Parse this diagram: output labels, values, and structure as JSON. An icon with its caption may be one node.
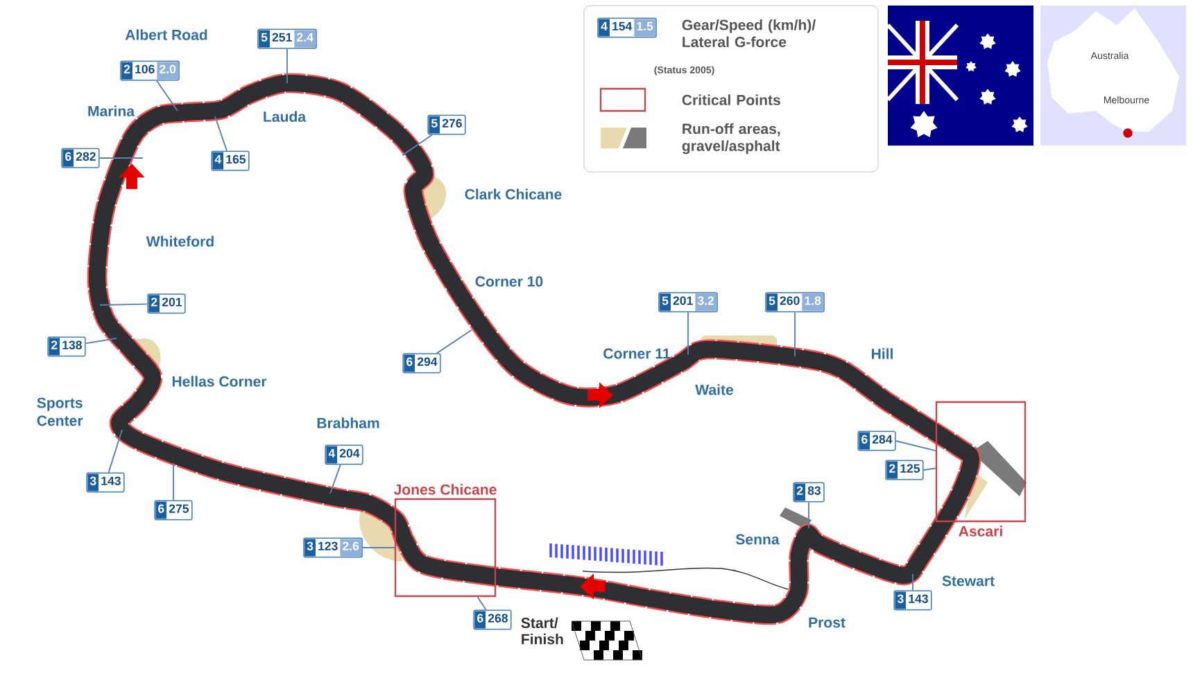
{
  "diagram": {
    "nodes": [
      {
        "text": [
          "4",
          "154",
          "1.5"
        ]
      },
      {
        "text": [
          "5",
          "251",
          "2.4"
        ]
      },
      {
        "text": [
          "2",
          "106",
          "2.0"
        ]
      },
      {
        "text": [
          "6",
          "282"
        ]
      },
      {
        "text": [
          "4",
          "165"
        ]
      },
      {
        "text": [
          "5",
          "276"
        ]
      },
      {
        "text": [
          "2",
          "201"
        ]
      },
      {
        "text": [
          "2",
          "138"
        ]
      },
      {
        "text": [
          "6",
          "294"
        ]
      },
      {
        "text": [
          "5",
          "201",
          "3.2"
        ]
      },
      {
        "text": [
          "5",
          "260",
          "1.8"
        ]
      },
      {
        "text": [
          "6",
          "284"
        ]
      },
      {
        "text": [
          "2",
          "125"
        ]
      },
      {
        "text": [
          "4",
          "204"
        ]
      },
      {
        "text": [
          "Jones Chicane"
        ]
      },
      {
        "text": [
          "3",
          "143"
        ]
      },
      {
        "text": [
          "6",
          "275"
        ]
      },
      {
        "text": [
          "3",
          "123",
          "2.6"
        ]
      },
      {
        "text": [
          "2",
          "83"
        ]
      },
      {
        "text": [
          "Ascari"
        ]
      },
      {
        "text": [
          "3",
          "143"
        ]
      },
      {
        "text": [
          "6",
          "268"
        ]
      }
    ],
    "edges": [
      {
        "from": 1,
        "to": null,
        "arrow": "none"
      },
      {
        "from": 2,
        "to": null,
        "arrow": "none"
      },
      {
        "from": 3,
        "to": null,
        "arrow": "none"
      },
      {
        "from": 4,
        "to": null,
        "arrow": "none"
      },
      {
        "from": 5,
        "to": null,
        "arrow": "none"
      },
      {
        "from": 6,
        "to": null,
        "arrow": "none"
      },
      {
        "from": 7,
        "to": null,
        "arrow": "none"
      },
      {
        "from": 8,
        "to": null,
        "arrow": "none"
      },
      {
        "from": 9,
        "to": null,
        "arrow": "none"
      },
      {
        "from": 10,
        "to": null,
        "arrow": "none"
      },
      {
        "from": 11,
        "to": 19,
        "arrow": "none"
      },
      {
        "from": 12,
        "to": 19,
        "arrow": "none"
      },
      {
        "from": 13,
        "to": null,
        "arrow": "none"
      },
      {
        "from": 15,
        "to": null,
        "arrow": "none"
      },
      {
        "from": 16,
        "to": null,
        "arrow": "none"
      },
      {
        "from": 17,
        "to": 14,
        "arrow": "none"
      },
      {
        "from": 18,
        "to": null,
        "arrow": "none"
      },
      {
        "from": 20,
        "to": null,
        "arrow": "none"
      },
      {
        "from": 21,
        "to": 14,
        "arrow": "none"
      }
    ],
    "labels": [
      "(Status 2005)",
      "Australia",
      "Melbourne",
      "Albert Road",
      "Marina",
      "Lauda",
      "Clark Chicane",
      "Whiteford",
      "Corner 10",
      "Corner 11",
      "Hill",
      "Waite",
      "Hellas Corner",
      "Sports Center",
      "Brabham",
      "Senna",
      "Stewart",
      "Start/ Finish",
      "Prost"
    ],
    "legend": [
      {
        "text": "Gear/Speed (km/h)/ Lateral G-force"
      },
      {
        "text": "Critical Points"
      },
      {
        "text": "Run-off areas, gravel/asphalt"
      }
    ]
  }
}
